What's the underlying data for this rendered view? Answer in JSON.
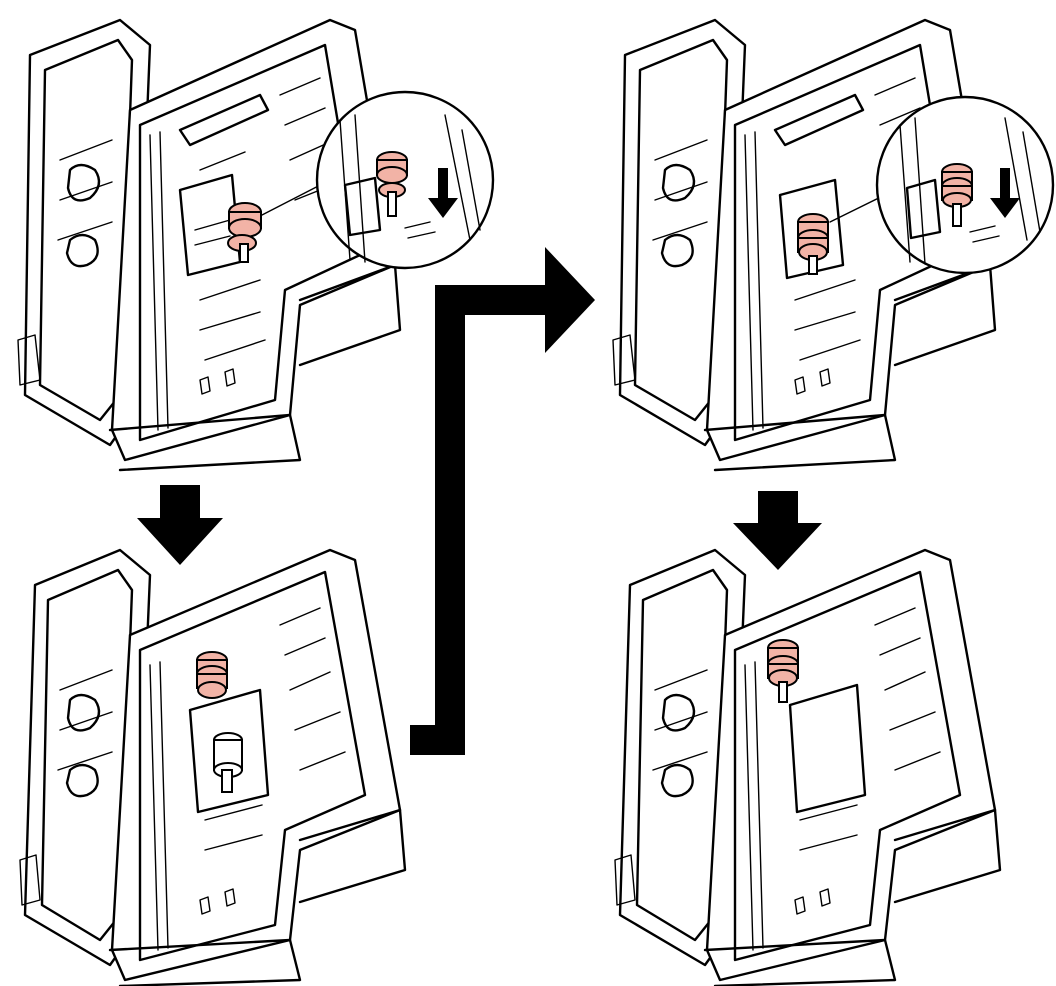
{
  "colors": {
    "line": "#000000",
    "background": "#ffffff",
    "roller_highlight": "#f2b3a6",
    "roller_outline": "#000000",
    "arrow_fill": "#000000"
  },
  "figure": {
    "panels": [
      {
        "id": "step-1",
        "zoom_inset": true,
        "roller_state": "mounted-on-shaft",
        "inset_arrow": "down"
      },
      {
        "id": "step-2",
        "zoom_inset": false,
        "roller_state": "removed-from-shaft"
      },
      {
        "id": "step-3",
        "zoom_inset": true,
        "roller_state": "slid-onto-shaft",
        "inset_arrow": "down"
      },
      {
        "id": "step-4",
        "zoom_inset": false,
        "roller_state": "installed"
      }
    ],
    "flow_arrows": [
      {
        "from": "step-1",
        "to": "step-2",
        "shape": "down-block-arrow"
      },
      {
        "from": "step-2",
        "to": "step-3",
        "shape": "elbow-arrow"
      },
      {
        "from": "step-3",
        "to": "step-4",
        "shape": "down-block-arrow"
      }
    ]
  }
}
